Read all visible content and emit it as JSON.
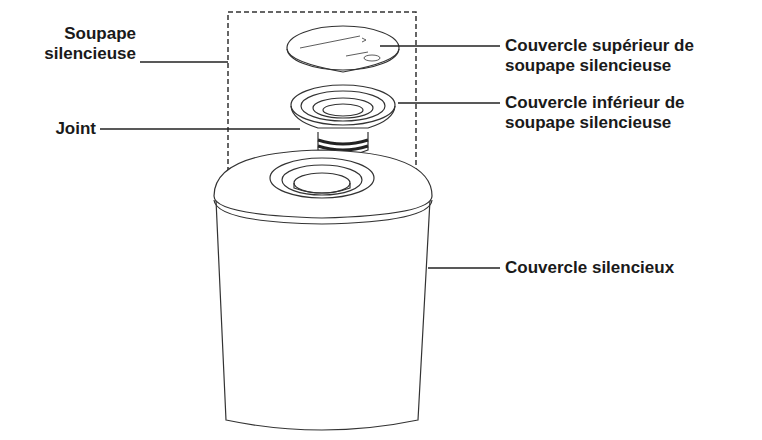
{
  "diagram": {
    "labels": [
      "Soupape silencieuse",
      "Joint",
      "Couvercle supérieur de soupape silencieuse",
      "Couvercle inférieur de soupape silencieuse",
      "Couvercle silencieux"
    ]
  }
}
